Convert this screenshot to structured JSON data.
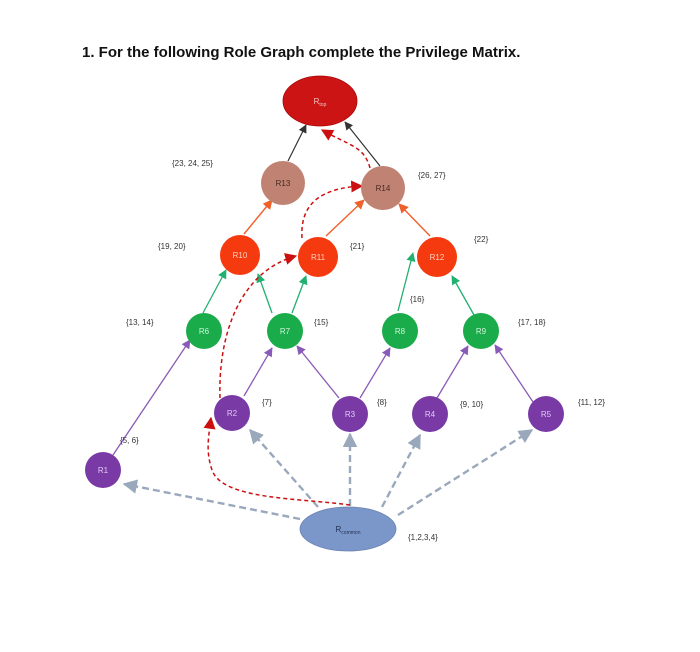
{
  "heading": "1. For the following Role Graph complete the Privilege Matrix.",
  "colors": {
    "top": "#cc1414",
    "senior": "#c08373",
    "red": "#f53a10",
    "green": "#1aab4a",
    "purple": "#7a3aa6",
    "common": "#7b96c8",
    "edge_dark": "#333333",
    "edge_orange": "#f0602a",
    "edge_green": "#20b070",
    "edge_purple": "#8a5ab8",
    "edge_dashed_blue": "#9aa8bc",
    "edge_dashed_red": "#cc1010"
  },
  "nodes": {
    "rtop": {
      "main": "R",
      "sub": "top"
    },
    "r13": "R13",
    "r14": "R14",
    "r10": "R10",
    "r11": "R11",
    "r12": "R12",
    "r6": "R6",
    "r7": "R7",
    "r8": "R8",
    "r9": "R9",
    "r1": "R1",
    "r2": "R2",
    "r3": "R3",
    "r4": "R4",
    "r5": "R5",
    "rcommon": {
      "main": "R",
      "sub": "common"
    }
  },
  "privileges": {
    "r13": "{23, 24, 25}",
    "r14": "{26, 27}",
    "r10": "{19, 20}",
    "r11": "{21}",
    "r12": "{22}",
    "r8": "{16}",
    "r6": "{13, 14}",
    "r7": "{15}",
    "r9": "{17, 18}",
    "r2": "{7}",
    "r3": "{8}",
    "r4": "{9, 10}",
    "r5": "{11, 12}",
    "r1": "{5, 6}",
    "rcommon": "{1,2,3,4}"
  }
}
